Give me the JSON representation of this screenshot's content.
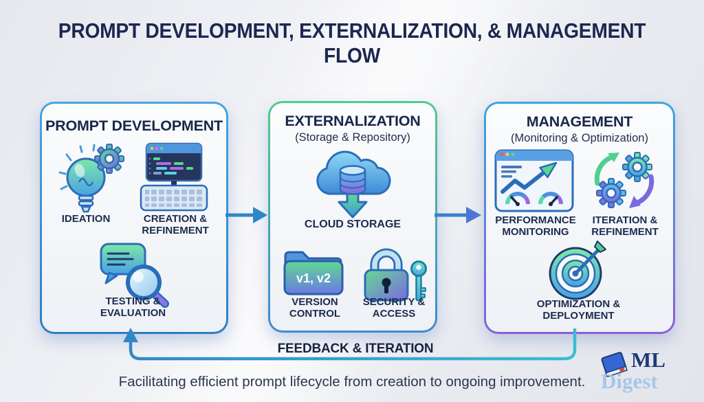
{
  "title": "PROMPT DEVELOPMENT, EXTERNALIZATION, & MANAGEMENT FLOW",
  "boxes": [
    {
      "title": "PROMPT DEVELOPMENT",
      "items": [
        {
          "icon": "lightbulb-gear-icon",
          "label": "IDEATION"
        },
        {
          "icon": "code-editor-keyboard-icon",
          "label": "CREATION & REFINEMENT"
        },
        {
          "icon": "chat-magnifier-icon",
          "label": "TESTING & EVALUATION"
        }
      ]
    },
    {
      "title": "EXTERNALIZATION",
      "subtitle": "(Storage & Repository)",
      "items": [
        {
          "icon": "cloud-database-icon",
          "label": "CLOUD STORAGE"
        },
        {
          "icon": "version-folder-icon",
          "label": "VERSION CONTROL",
          "icon_text": "v1, v2"
        },
        {
          "icon": "lock-key-icon",
          "label": "SECURITY & ACCESS"
        }
      ]
    },
    {
      "title": "MANAGEMENT",
      "subtitle": "(Monitoring & Optimization)",
      "items": [
        {
          "icon": "dashboard-chart-icon",
          "label": "PERFORMANCE MONITORING"
        },
        {
          "icon": "gears-cycle-icon",
          "label": "ITERATION & REFINEMENT"
        },
        {
          "icon": "target-dart-icon",
          "label": "OPTIMIZATION & DEPLOYMENT"
        }
      ]
    }
  ],
  "connectors": {
    "forward_arrow_1": "right-arrow",
    "forward_arrow_2": "right-arrow",
    "feedback_label": "FEEDBACK & ITERATION"
  },
  "caption": "Facilitating efficient prompt lifecycle from creation to ongoing improvement.",
  "logo": {
    "icon": "book-icon",
    "name": "ML",
    "suffix": "Digest"
  },
  "colors": {
    "accent_blue": "#2f87c8",
    "accent_green": "#52c98c",
    "accent_purple": "#8a5fd8",
    "title_navy": "#1c2750"
  }
}
